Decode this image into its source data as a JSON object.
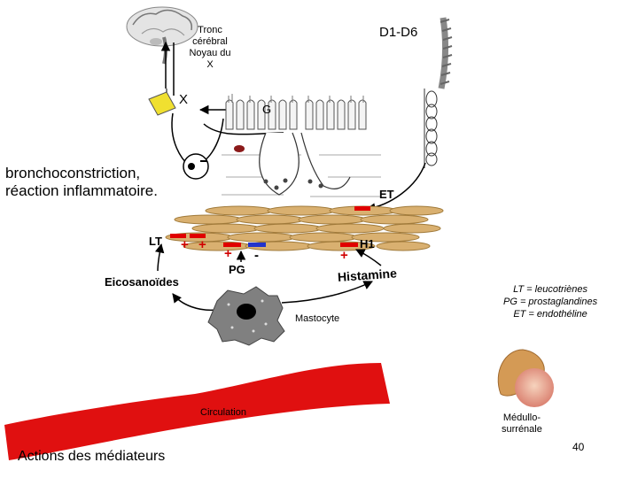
{
  "labels": {
    "brainstem": [
      "Tronc",
      "cérébral",
      "Noyau du",
      "X"
    ],
    "spine": "D1-D6",
    "vagus": "X",
    "ganglion": "G",
    "response_line1": "bronchoconstriction,",
    "response_line2": "réaction inflammatoire.",
    "et": "ET",
    "lt": "LT",
    "h1": "H1",
    "pg": "PG",
    "eicosanoids": "Eicosanoïdes",
    "histamine": "Histamine",
    "mastocyte": "Mastocyte",
    "circulation": "Circulation",
    "adrenal": [
      "Médullo-",
      "surrénale"
    ],
    "caption": "Actions des médiateurs",
    "slide_number": "40",
    "plus": "+",
    "minus": "-"
  },
  "legend": [
    "LT = leucotriènes",
    "PG = prostaglandines",
    "ET = endothéline"
  ],
  "colors": {
    "muscle": "#d9b070",
    "muscle_edge": "#a07a3a",
    "blood": "#e01010",
    "receptor_red": "#e00000",
    "receptor_blue": "#2233cc",
    "ganglion": "#f0e030",
    "mast_cell": "#808080",
    "adrenal": "#d49a55"
  }
}
